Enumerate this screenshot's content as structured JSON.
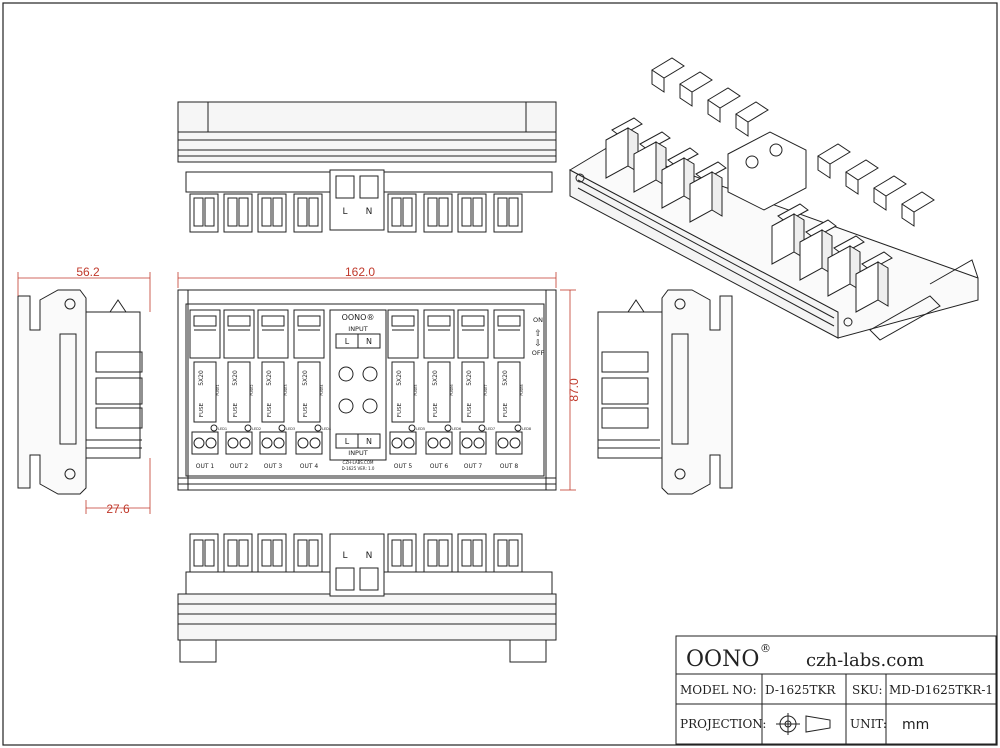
{
  "brand": {
    "name": "OONO",
    "mark": "®",
    "website": "czh-labs.com"
  },
  "title_block": {
    "model_label": "MODEL NO:",
    "model_value": "D-1625TKR",
    "sku_label": "SKU:",
    "sku_value": "MD-D1625TKR-1",
    "projection_label": "PROJECTION:",
    "unit_label": "UNIT:",
    "unit_value": "mm"
  },
  "dimensions": {
    "side_width": "56.2",
    "side_depth": "27.6",
    "front_width": "162.0",
    "front_height": "87.0"
  },
  "board": {
    "brand": "OONO®",
    "input_label": "INPUT",
    "l_label": "L",
    "n_label": "N",
    "on_label": "ON",
    "off_label": "OFF",
    "fuse_label": "FUSE",
    "fuse_rating": "5X20",
    "footer_line1": "CZH-LABS.COM",
    "footer_line2": "D-1625 VER: 1.0",
    "outputs": [
      "OUT 1",
      "OUT 2",
      "OUT 3",
      "OUT 4",
      "OUT 5",
      "OUT 6",
      "OUT 7",
      "OUT 8"
    ],
    "fuse_ids": [
      "FUSE1",
      "FUSE2",
      "FUSE3",
      "FUSE4",
      "FUSE5",
      "FUSE6",
      "FUSE7",
      "FUSE8"
    ],
    "led_ids": [
      "LED1",
      "LED2",
      "LED3",
      "LED4",
      "LED5",
      "LED6",
      "LED7",
      "LED8"
    ]
  },
  "colors": {
    "line": "#222222",
    "dimension": "#c0392b"
  }
}
